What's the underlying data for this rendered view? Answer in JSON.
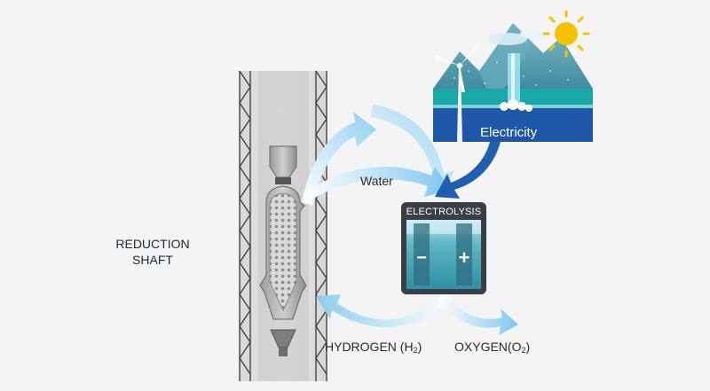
{
  "labels": {
    "reduction_line1": "REDUCTION",
    "reduction_line2": "SHAFT",
    "water": "Water",
    "electricity": "Electricity",
    "electrolysis": "ELECTROLYSIS",
    "hydrogen": "HYDROGEN (H",
    "hydrogen_sub": "2",
    "hydrogen_close": ")",
    "oxygen": "OXYGEN(O",
    "oxygen_sub": "2",
    "oxygen_close": ")"
  },
  "electrodes": {
    "negative": "−",
    "positive": "+"
  },
  "colors": {
    "background": "#f4f4f4",
    "arrow_light_blue": "#a9d8f2",
    "arrow_dark_blue": "#1f5fb0",
    "electrolysis_panel": "#3a3f45",
    "electrolyte": "#5fb6c6",
    "landscape_ground": "#1e57a8",
    "landscape_water": "#1aa7a6",
    "mountain": "#4b93a5",
    "sun": "#f6c200"
  },
  "icons": [
    "wind-turbine-icon",
    "sun-icon",
    "waterfall-icon"
  ]
}
